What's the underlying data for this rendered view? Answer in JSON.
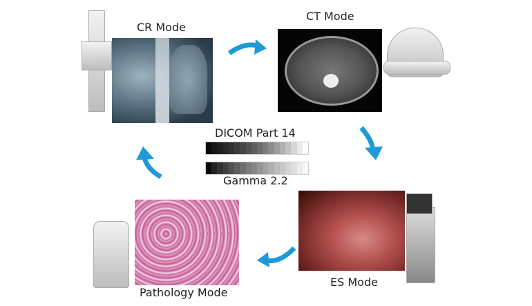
{
  "modes": {
    "cr": "CR Mode",
    "ct": "CT Mode",
    "es": "ES Mode",
    "pathology": "Pathology Mode"
  },
  "center": {
    "top_label": "DICOM Part 14",
    "bottom_label": "Gamma 2.2"
  },
  "colors": {
    "arrow": "#1e9ad6"
  }
}
